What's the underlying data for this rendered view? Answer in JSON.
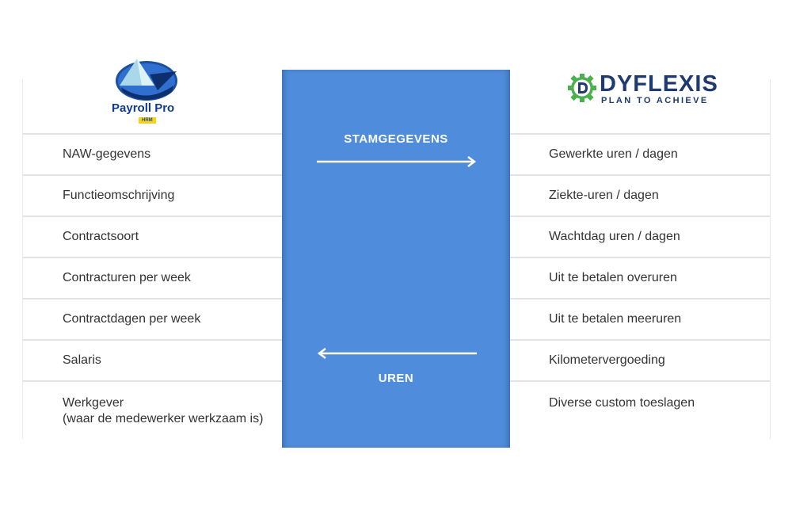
{
  "left_panel": {
    "logo": {
      "text": "Payroll Pro",
      "badge": "HRM"
    },
    "rows": [
      "NAW-gegevens",
      "Functieomschrijving",
      "Contractsoort",
      "Contracturen per week",
      "Contractdagen per week",
      "Salaris"
    ],
    "last_row": {
      "line1": "Werkgever",
      "line2": "(waar de medewerker werkzaam is)"
    }
  },
  "center": {
    "top_label": "STAMGEGEVENS",
    "bottom_label": "UREN",
    "color": "#4f8cdc"
  },
  "right_panel": {
    "logo": {
      "brand": "DYFLEXIS",
      "tagline": "PLAN TO ACHIEVE",
      "letter": "D"
    },
    "rows": [
      "Gewerkte uren / dagen",
      "Ziekte-uren / dagen",
      "Wachtdag uren / dagen",
      "Uit te betalen overuren",
      "Uit te betalen meeruren",
      "Kilometervergoeding"
    ],
    "last_row": "Diverse custom toeslagen"
  },
  "colors": {
    "navy": "#1f3a6e",
    "green": "#4caf50",
    "payroll_blue": "#1d4fa0",
    "yellow": "#f5d21c"
  }
}
